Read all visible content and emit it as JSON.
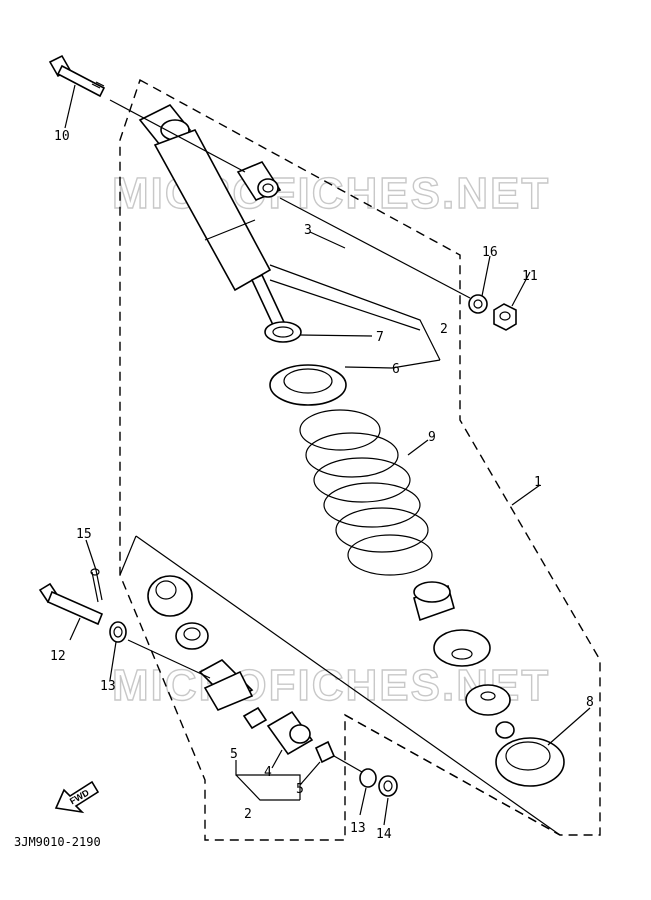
{
  "watermark": "MICROFICHES.NET",
  "diagram_code": "3JM9010-2190",
  "fwd_label": "FWD",
  "callouts": {
    "c1": "1",
    "c2a": "2",
    "c2b": "2",
    "c3": "3",
    "c4": "4",
    "c5a": "5",
    "c5b": "5",
    "c6": "6",
    "c7": "7",
    "c8": "8",
    "c9": "9",
    "c10": "10",
    "c11": "11",
    "c12": "12",
    "c13a": "13",
    "c13b": "13",
    "c14": "14",
    "c15": "15",
    "c16": "16"
  }
}
